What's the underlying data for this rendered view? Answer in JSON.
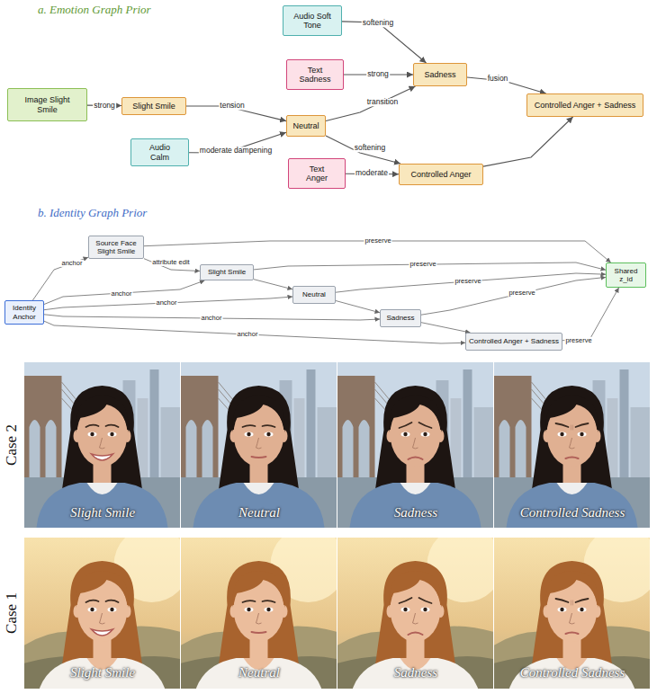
{
  "diagram": {
    "nodes": [
      {
        "text": [
          "Image Slight Smile"
        ]
      },
      {
        "text": [
          "Slight Smile"
        ]
      },
      {
        "text": [
          "Audio Calm"
        ]
      },
      {
        "text": [
          "Neutral"
        ]
      },
      {
        "text": [
          "Audio Soft Tone"
        ]
      },
      {
        "text": [
          "Text Sadness"
        ]
      },
      {
        "text": [
          "Sadness"
        ]
      },
      {
        "text": [
          "Text Anger"
        ]
      },
      {
        "text": [
          "Controlled Anger"
        ]
      },
      {
        "text": [
          "Controlled Anger + Sadness"
        ]
      },
      {
        "text": [
          "Identity Anchor"
        ]
      },
      {
        "text": [
          "Source Face Slight Smile"
        ]
      },
      {
        "text": [
          "Slight Smile"
        ]
      },
      {
        "text": [
          "Neutral"
        ]
      },
      {
        "text": [
          "Sadness"
        ]
      },
      {
        "text": [
          "Controlled Anger + Sadness"
        ]
      },
      {
        "text": [
          "Shared z_id"
        ]
      }
    ],
    "edges": [
      {
        "from": 0,
        "to": 1,
        "label": "strong",
        "arrow": "to"
      },
      {
        "from": 1,
        "to": 3,
        "label": "tension",
        "arrow": "to"
      },
      {
        "from": 2,
        "to": 3,
        "label": "moderate dampening",
        "arrow": "to"
      },
      {
        "from": 4,
        "to": 6,
        "label": "softening",
        "arrow": "to"
      },
      {
        "from": 5,
        "to": 6,
        "label": "strong",
        "arrow": "to"
      },
      {
        "from": 3,
        "to": 6,
        "label": "transition",
        "arrow": "to"
      },
      {
        "from": 3,
        "to": 8,
        "label": "softening",
        "arrow": "to"
      },
      {
        "from": 7,
        "to": 8,
        "label": "moderate",
        "arrow": "to"
      },
      {
        "from": 6,
        "to": 9,
        "label": "fusion",
        "arrow": "to"
      },
      {
        "from": 8,
        "to": 9,
        "arrow": "to"
      },
      {
        "from": 10,
        "to": 11,
        "label": "anchor",
        "arrow": "to"
      },
      {
        "from": 10,
        "to": 12,
        "label": "anchor",
        "arrow": "to"
      },
      {
        "from": 10,
        "to": 13,
        "label": "anchor",
        "arrow": "to"
      },
      {
        "from": 10,
        "to": 14,
        "label": "anchor",
        "arrow": "to"
      },
      {
        "from": 10,
        "to": 15,
        "label": "anchor",
        "arrow": "to"
      },
      {
        "from": 11,
        "to": 12,
        "label": "attribute edit",
        "arrow": "to"
      },
      {
        "from": 12,
        "to": 13,
        "arrow": "to"
      },
      {
        "from": 13,
        "to": 14,
        "arrow": "to"
      },
      {
        "from": 14,
        "to": 15,
        "arrow": "to"
      },
      {
        "from": 11,
        "to": 16,
        "label": "preserve",
        "arrow": "to"
      },
      {
        "from": 12,
        "to": 16,
        "label": "preserve",
        "arrow": "to"
      },
      {
        "from": 13,
        "to": 16,
        "label": "preserve",
        "arrow": "to"
      },
      {
        "from": 14,
        "to": 16,
        "label": "preserve",
        "arrow": "to"
      },
      {
        "from": 15,
        "to": 16,
        "label": "preserve",
        "arrow": "to"
      }
    ],
    "labels": [
      "a. Emotion Graph Prior",
      "b. Identity Graph Prior",
      "Case 2",
      "Slight Smile",
      "Neutral",
      "Sadness",
      "Controlled Sadness",
      "Case 1",
      "Slight Smile",
      "Neutral",
      "Sadness",
      "Controlled Sadness"
    ]
  }
}
